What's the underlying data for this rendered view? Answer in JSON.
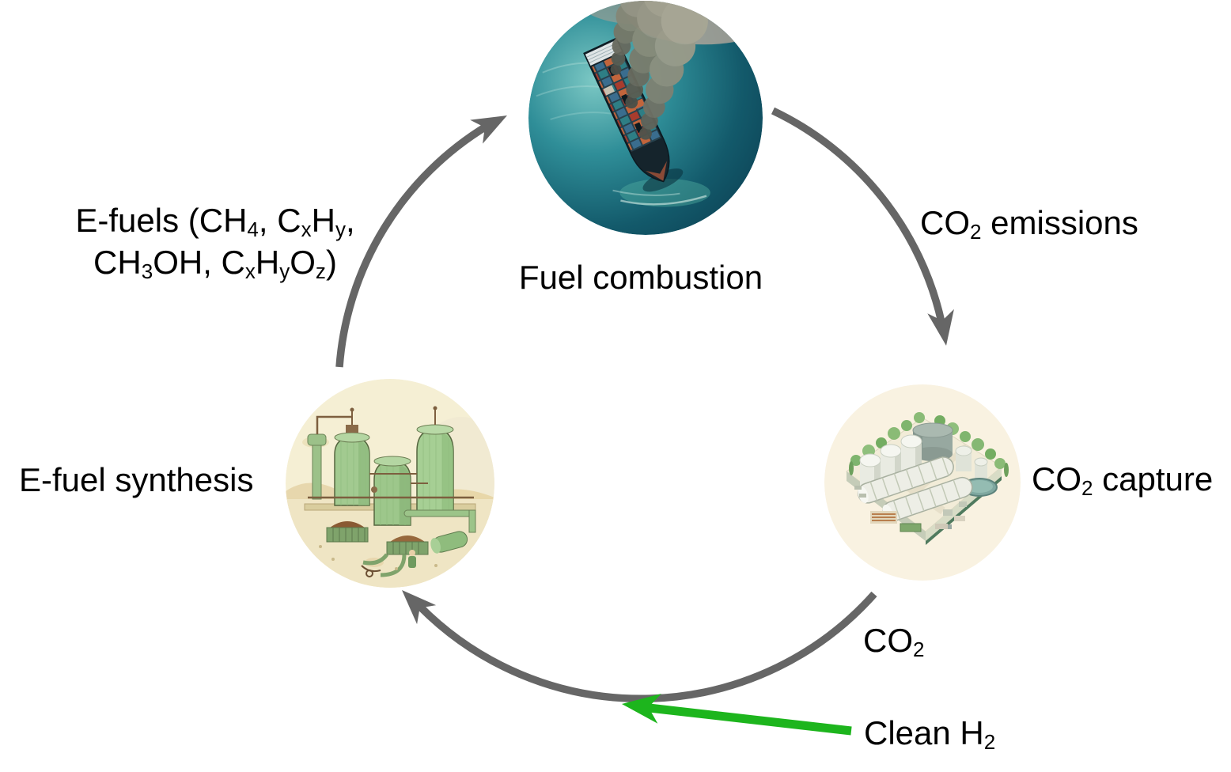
{
  "canvas": {
    "background": "#ffffff"
  },
  "colors": {
    "arrow_gray": "#666666",
    "arrow_green": "#1db51d",
    "label_text": "#000000"
  },
  "nodes": {
    "fuel_combustion": {
      "label": "Fuel combustion",
      "image": "container-ship-emitting-smoke-at-sea"
    },
    "co2_capture": {
      "label_rich": [
        {
          "t": "CO"
        },
        {
          "sub": "2"
        },
        {
          "t": " capture"
        }
      ],
      "image": "isometric-co2-capture-plant"
    },
    "e_fuel_synthesis": {
      "label": "E-fuel synthesis",
      "image": "green-e-fuel-synthesis-plant-illustration"
    }
  },
  "edges": {
    "co2_emissions": {
      "label_rich": [
        {
          "t": "CO"
        },
        {
          "sub": "2"
        },
        {
          "t": " emissions"
        }
      ]
    },
    "co2_stream": {
      "label_rich": [
        {
          "t": "CO"
        },
        {
          "sub": "2"
        }
      ]
    },
    "e_fuels": {
      "label_line1": [
        {
          "t": "E-fuels (CH"
        },
        {
          "sub": "4"
        },
        {
          "t": ", C"
        },
        {
          "sub": "x"
        },
        {
          "t": "H"
        },
        {
          "sub": "y"
        },
        {
          "t": ","
        }
      ],
      "label_line2": [
        {
          "t": "CH"
        },
        {
          "sub": "3"
        },
        {
          "t": "OH, C"
        },
        {
          "sub": "x"
        },
        {
          "t": "H"
        },
        {
          "sub": "y"
        },
        {
          "t": "O"
        },
        {
          "sub": "z"
        },
        {
          "t": ")"
        }
      ]
    },
    "clean_h2": {
      "label_rich": [
        {
          "t": "Clean H"
        },
        {
          "sub": "2"
        }
      ]
    }
  }
}
